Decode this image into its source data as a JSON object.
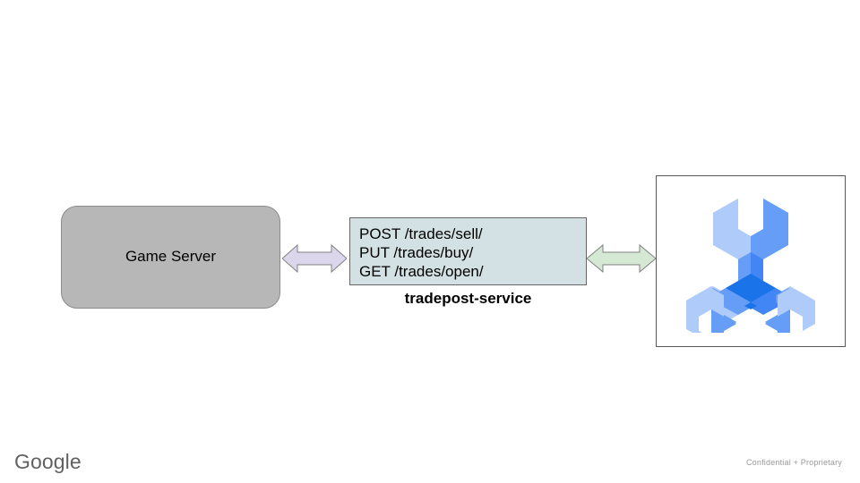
{
  "diagram": {
    "type": "architecture-diagram",
    "game_server": {
      "label": "Game Server",
      "fill": "#b7b7b7",
      "stroke": "#8c8c8c"
    },
    "service": {
      "endpoints": [
        "POST /trades/sell/",
        "PUT /trades/buy/",
        "GET /trades/open/"
      ],
      "caption": "tradepost-service",
      "fill": "#d4e1e4",
      "stroke": "#666666"
    },
    "arrows": [
      {
        "name": "game-server-to-service",
        "direction": "bidirectional",
        "fill": "#dcd6ec",
        "stroke": "#808080"
      },
      {
        "name": "service-to-platform",
        "direction": "bidirectional",
        "fill": "#d5e8d4",
        "stroke": "#808080"
      }
    ],
    "platform_icon": {
      "name": "three-pronged-wrench-icon",
      "frame_stroke": "#595959",
      "colors": {
        "light": "#aecbfa",
        "medium": "#669df6",
        "dark": "#1a73e8",
        "deep": "#4285f4"
      }
    }
  },
  "footer": {
    "logo": "Google",
    "note": "Confidential + Proprietary"
  }
}
